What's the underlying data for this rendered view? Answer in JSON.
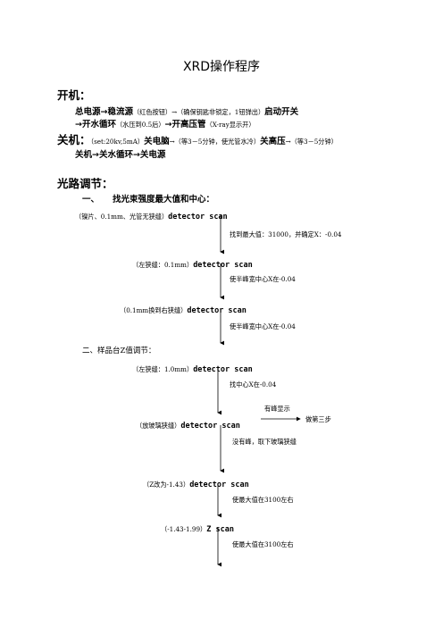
{
  "title": "XRD操作程序",
  "startup": {
    "heading": "开机：",
    "line1": [
      {
        "t": "总电源→稳流源",
        "w": "b"
      },
      {
        "t": "（红色按钮）→（确保钥匙非锁定，1钮弹出）",
        "w": "s"
      },
      {
        "t": "启动开关",
        "w": "b"
      }
    ],
    "line2": [
      {
        "t": "→开水循环",
        "w": "b"
      },
      {
        "t": "（水压到0.5后）",
        "w": "s"
      },
      {
        "t": "→开高压管",
        "w": "b"
      },
      {
        "t": "（X-ray显示开）",
        "w": "s"
      }
    ]
  },
  "shutdown": {
    "heading": "关机：",
    "line1": [
      {
        "t": "（set:20kv,5mA）",
        "w": "s"
      },
      {
        "t": "关电脑",
        "w": "b"
      },
      {
        "t": "→（等3－5分钟，使光管水冷）",
        "w": "s"
      },
      {
        "t": "关高压",
        "w": "b"
      },
      {
        "t": "→（等3－5分钟）",
        "w": "s"
      }
    ],
    "line2": "关机→关水循环→关电源"
  },
  "alignment": {
    "heading": "光路调节：",
    "section1_num": "一、",
    "section1_title": "找光束强度最大值和中心：",
    "s1_step1_pre": "（镍片、0.1mm、光管无狭缝）",
    "s1_step1_code": "detector scan",
    "s1_note1": "找到最大值：31000，并确定X：-0.04",
    "s1_step2_pre": "（左狭缝：0.1mm）",
    "s1_step2_code": "detector scan",
    "s1_note2": "使半峰宽中心X在-0.04",
    "s1_step3_pre": "（0.1mm换到右狭缝）",
    "s1_step3_code": "detector scan",
    "s1_note3": "使半峰宽中心X在-0.04",
    "section2_title": "二、样品台Z值调节：",
    "s2_step1_pre": "（左狭缝：1.0mm）",
    "s2_step1_code": "detector scan",
    "s2_note1": "找中心X在-0.04",
    "s2_branch_label": "有峰显示",
    "s2_step2_pre": "（放玻璃狭缝）",
    "s2_step2_code": "detector scan",
    "s2_branch_target": "做第三步",
    "s2_note2": "没有峰，取下玻璃狭缝",
    "s2_step3_pre": "（Z改为-1.43）",
    "s2_step3_code": "detector scan",
    "s2_note3": "使最大值在3100左右",
    "s2_step4_pre": "（-1.43-1.99）",
    "s2_step4_code": "Z scan",
    "s2_note4": "使最大值在3100左右"
  }
}
